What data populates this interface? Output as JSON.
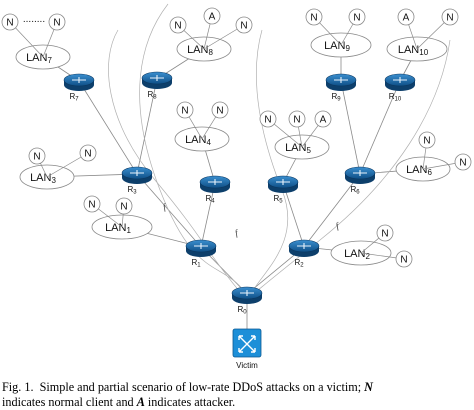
{
  "lans": [
    {
      "id": "LAN7",
      "label": "LAN7",
      "base": "LAN",
      "sub": "7"
    },
    {
      "id": "LAN8",
      "label": "LAN8",
      "base": "LAN",
      "sub": "8"
    },
    {
      "id": "LAN9",
      "label": "LAN9",
      "base": "LAN",
      "sub": "9"
    },
    {
      "id": "LAN10",
      "label": "LAN10",
      "base": "LAN",
      "sub": "10"
    },
    {
      "id": "LAN4",
      "label": "LAN4",
      "base": "LAN",
      "sub": "4"
    },
    {
      "id": "LAN5",
      "label": "LAN5",
      "base": "LAN",
      "sub": "5"
    },
    {
      "id": "LAN3",
      "label": "LAN3",
      "base": "LAN",
      "sub": "3"
    },
    {
      "id": "LAN6",
      "label": "LAN6",
      "base": "LAN",
      "sub": "6"
    },
    {
      "id": "LAN1",
      "label": "LAN1",
      "base": "LAN",
      "sub": "1"
    },
    {
      "id": "LAN2",
      "label": "LAN2",
      "base": "LAN",
      "sub": "2"
    }
  ],
  "routers": [
    {
      "id": "R0",
      "base": "R",
      "sub": "0"
    },
    {
      "id": "R1",
      "base": "R",
      "sub": "1"
    },
    {
      "id": "R2",
      "base": "R",
      "sub": "2"
    },
    {
      "id": "R3",
      "base": "R",
      "sub": "3"
    },
    {
      "id": "R4",
      "base": "R",
      "sub": "4"
    },
    {
      "id": "R5",
      "base": "R",
      "sub": "5"
    },
    {
      "id": "R6",
      "base": "R",
      "sub": "6"
    },
    {
      "id": "R7",
      "base": "R",
      "sub": "7"
    },
    {
      "id": "R8",
      "base": "R",
      "sub": "8"
    },
    {
      "id": "R9",
      "base": "R",
      "sub": "9"
    },
    {
      "id": "R10",
      "base": "R",
      "sub": "10"
    }
  ],
  "clients": {
    "normal": "N",
    "attacker": "A",
    "ellipsis": "........"
  },
  "flow_label": "f",
  "victim": {
    "label": "Victim"
  },
  "links": [
    [
      "R0",
      "R1"
    ],
    [
      "R0",
      "R2"
    ],
    [
      "R0",
      "Victim"
    ],
    [
      "R1",
      "R3"
    ],
    [
      "R1",
      "R4"
    ],
    [
      "R1",
      "LAN1"
    ],
    [
      "R2",
      "R5"
    ],
    [
      "R2",
      "R6"
    ],
    [
      "R2",
      "LAN2"
    ],
    [
      "R3",
      "R7"
    ],
    [
      "R3",
      "R8"
    ],
    [
      "R3",
      "LAN3"
    ],
    [
      "R4",
      "LAN4"
    ],
    [
      "R5",
      "LAN5"
    ],
    [
      "R6",
      "R9"
    ],
    [
      "R6",
      "R10"
    ],
    [
      "R6",
      "LAN6"
    ],
    [
      "R7",
      "LAN7"
    ],
    [
      "R8",
      "LAN8"
    ],
    [
      "R9",
      "LAN9"
    ],
    [
      "R10",
      "LAN10"
    ]
  ],
  "caption": {
    "prefix": "Fig. 1.",
    "text": "Simple and partial scenario of low-rate DDoS attacks on a victim;",
    "n_symbol": "N",
    "line2_a": "indicates normal client and",
    "a_symbol": "A",
    "line2_b": "indicates attacker."
  },
  "colors": {
    "router_fill": "#1e6fb0",
    "router_dark": "#0d3f6b",
    "victim_fill": "#1d8fd8",
    "line": "#8a8a8a",
    "attack_path": "#b0b0b0"
  }
}
